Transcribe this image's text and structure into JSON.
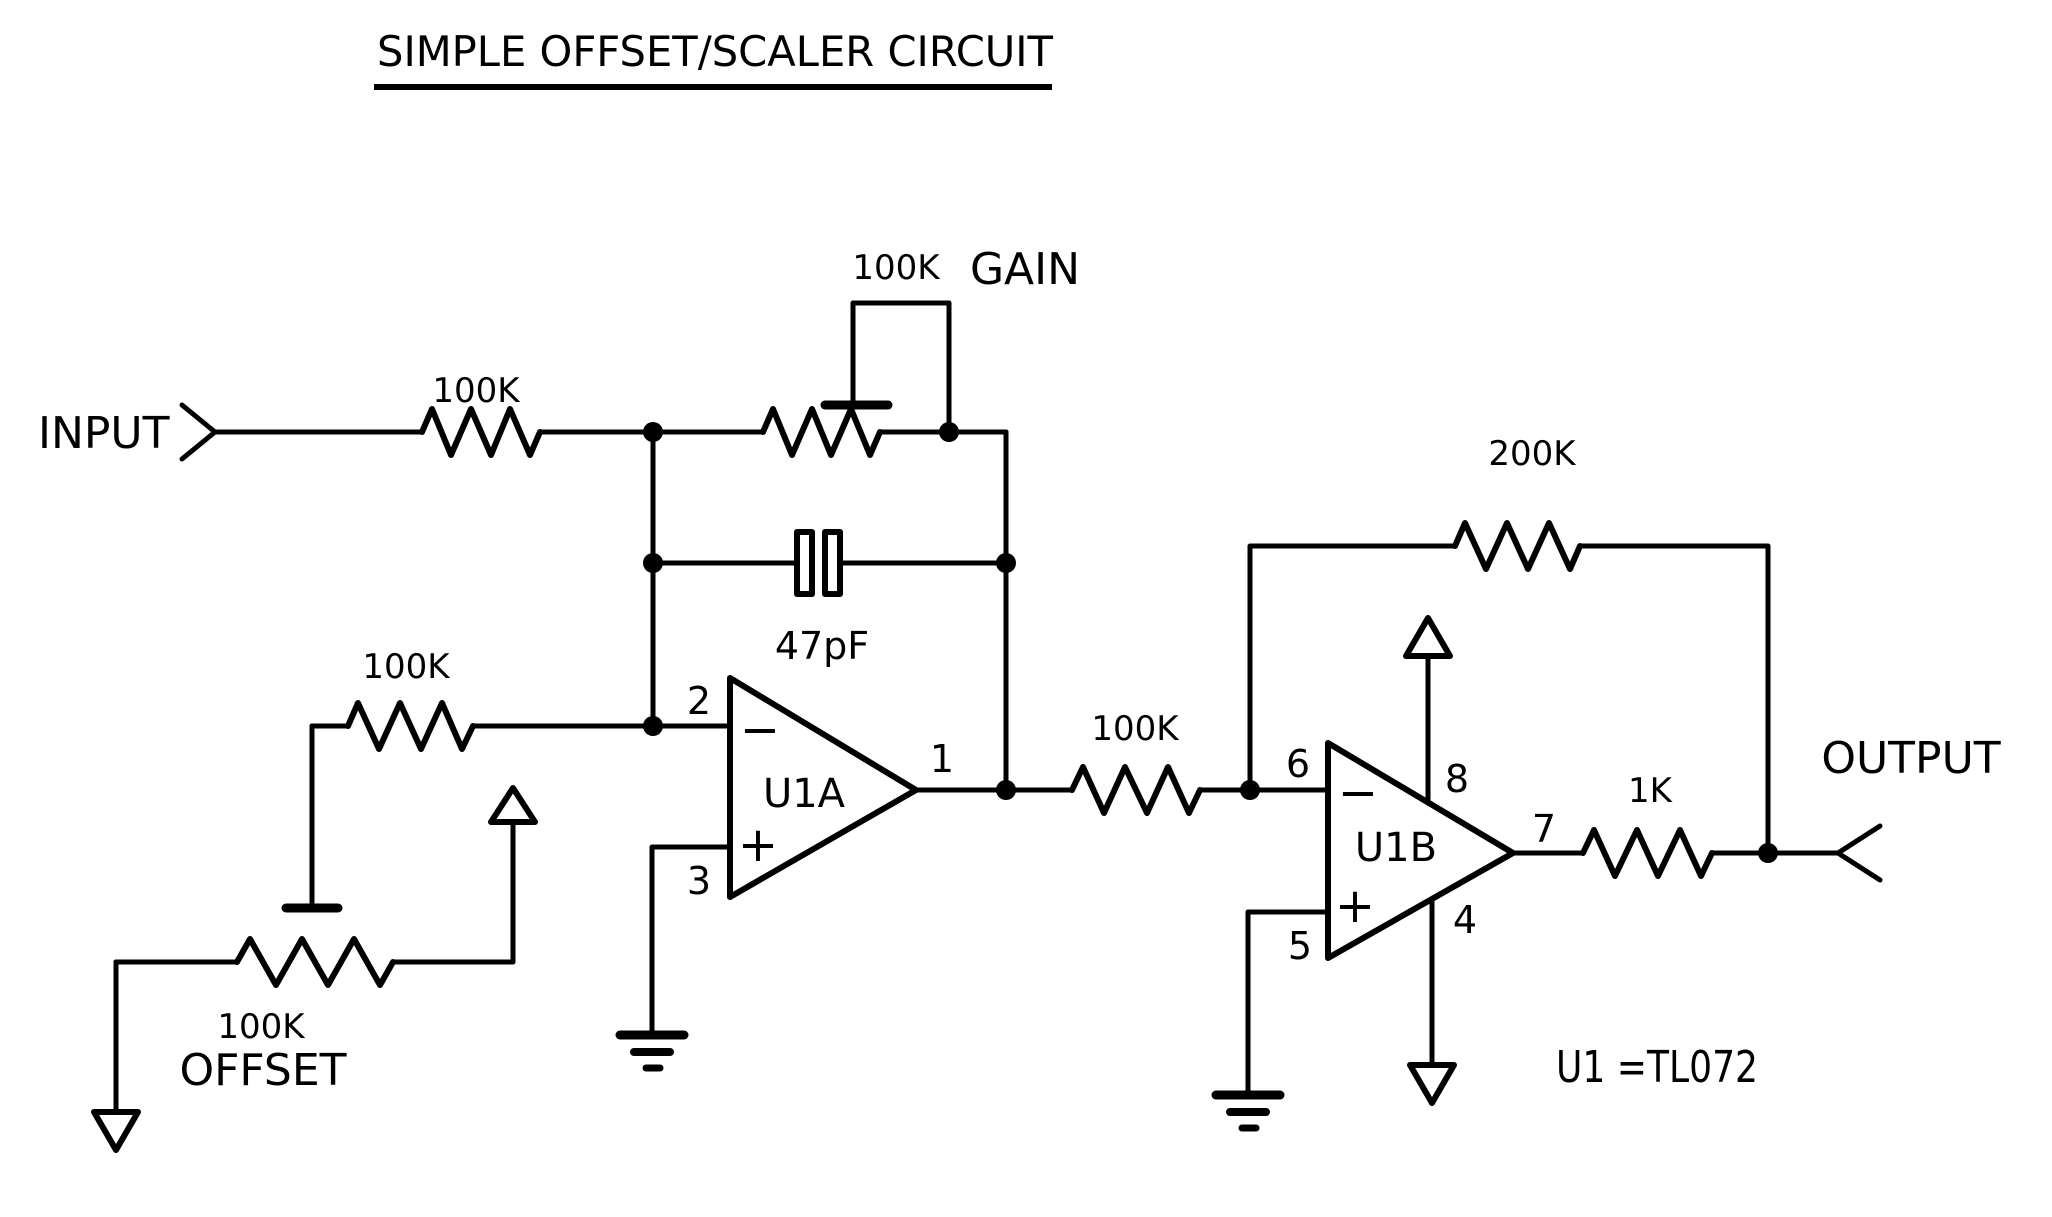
{
  "colors": {
    "ink": "#000000",
    "background": "#ffffff"
  },
  "title": "SIMPLE OFFSET/SCALER CIRCUIT",
  "ports": {
    "input": "INPUT",
    "output": "OUTPUT"
  },
  "components": {
    "input_resistor": {
      "value": "100K"
    },
    "gain_pot": {
      "value": "100K",
      "name": "GAIN"
    },
    "comp_cap": {
      "value": "47pF"
    },
    "offset_series_resistor": {
      "value": "100K"
    },
    "offset_pot": {
      "value": "100K",
      "name": "OFFSET"
    },
    "interstage_resistor": {
      "value": "100K"
    },
    "feedback_resistor": {
      "value": "200K"
    },
    "output_resistor": {
      "value": "1K"
    },
    "opamp_a": {
      "ref": "U1A",
      "inverting": "−",
      "noninverting": "+",
      "pins": {
        "inv": "2",
        "nonInv": "3",
        "out": "1"
      }
    },
    "opamp_b": {
      "ref": "U1B",
      "inverting": "−",
      "noninverting": "+",
      "pins": {
        "inv": "6",
        "nonInv": "5",
        "out": "7",
        "vplus": "8",
        "vminus": "4"
      }
    }
  },
  "note": "U1 =TL072"
}
